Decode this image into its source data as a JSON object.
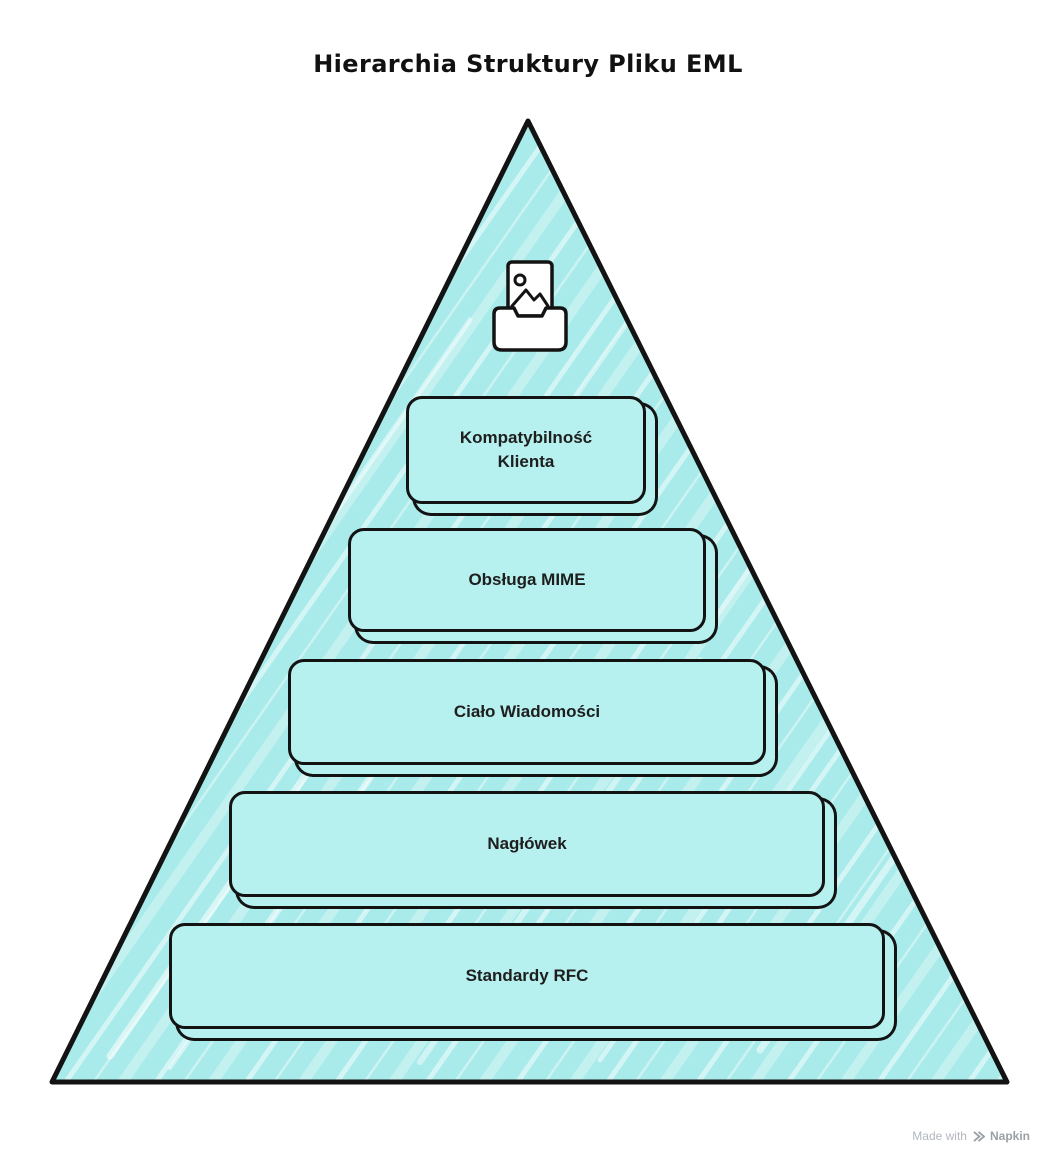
{
  "title": "Hierarchia Struktury Pliku EML",
  "pyramid": {
    "icon": "inbox-image-icon",
    "fill_color": "#a9ebea",
    "box_fill_color": "#b6f0ef",
    "outline_color": "#131313",
    "levels": [
      {
        "label": "Kompatybilność Klienta"
      },
      {
        "label": "Obsługa MIME"
      },
      {
        "label": "Ciało Wiadomości"
      },
      {
        "label": "Nagłówek"
      },
      {
        "label": "Standardy RFC"
      }
    ]
  },
  "watermark": {
    "prefix": "Made with",
    "brand": "Napkin"
  }
}
